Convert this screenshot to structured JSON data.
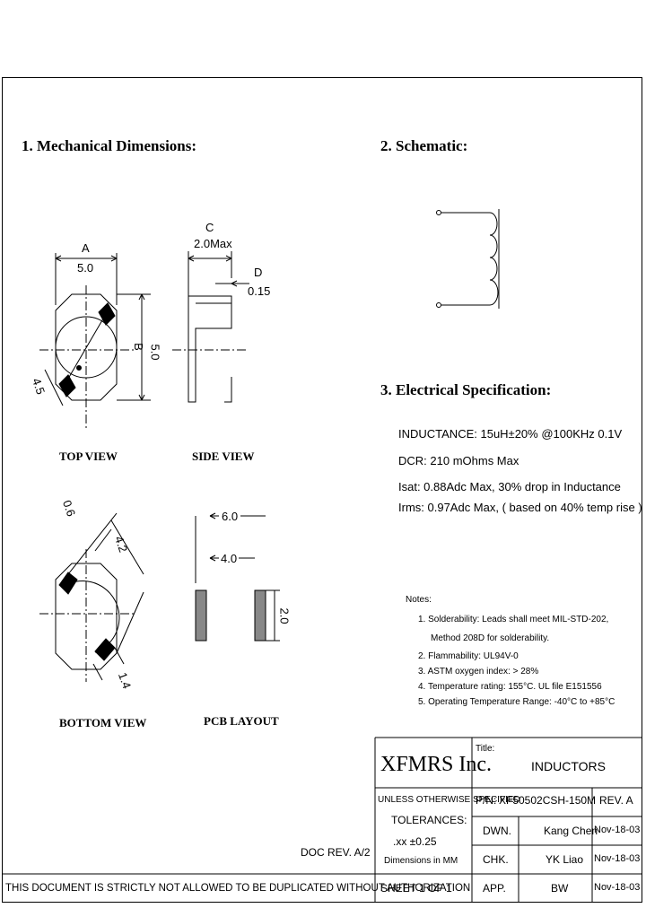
{
  "sections": {
    "mechanical": "1. Mechanical Dimensions:",
    "schematic": "2. Schematic:",
    "electrical": "3. Electrical Specification:"
  },
  "dims": {
    "a_letter": "A",
    "a_value": "5.0",
    "b_letter": "B",
    "b_value": "5.0",
    "c_letter": "C",
    "c_value": "2.0Max",
    "d_letter": "D",
    "d_value": "0.15",
    "diag_top": "4.5",
    "bottom_c": "0.6",
    "bottom_e": "4.2",
    "bottom_f": "1.4",
    "pcb_w1": "6.0",
    "pcb_w2": "4.0",
    "pcb_h": "2.0"
  },
  "views": {
    "top": "TOP VIEW",
    "side": "SIDE VIEW",
    "bottom": "BOTTOM VIEW",
    "pcb": "PCB LAYOUT"
  },
  "electrical": {
    "inductance": "INDUCTANCE: 15uH±20% @100KHz 0.1V",
    "dcr": "DCR: 210 mOhms Max",
    "isat": "Isat: 0.88Adc Max, 30% drop in Inductance",
    "irms": "Irms: 0.97Adc Max, ( based on 40% temp rise )"
  },
  "notes": {
    "heading": "Notes:",
    "items": [
      "1. Solderability: Leads shall meet MIL-STD-202,",
      "Method 208D for solderability.",
      "2. Flammability: UL94V-0",
      "3. ASTM oxygen index: > 28%",
      "4. Temperature rating: 155°C. UL file E151556",
      "5. Operating Temperature Range: -40°C to +85°C"
    ]
  },
  "doc_rev": "DOC REV. A/2",
  "title_block": {
    "company": "XFMRS Inc.",
    "title_label": "Title:",
    "title_value": "INDUCTORS",
    "unless": "UNLESS OTHERWISE SPECIFIED",
    "tolerances": "TOLERANCES:",
    "tol_value": ".xx ±0.25",
    "dim_units": "Dimensions in MM",
    "pn_label": "P/N:",
    "pn_value": "XF50502CSH-150M",
    "rev": "REV. A",
    "sheet": "SHEET 1 OF 1",
    "rows": [
      {
        "role": "DWN.",
        "name": "Kang Chen",
        "date": "Nov-18-03"
      },
      {
        "role": "CHK.",
        "name": "YK Liao",
        "date": "Nov-18-03"
      },
      {
        "role": "APP.",
        "name": "BW",
        "date": "Nov-18-03"
      }
    ]
  },
  "footer": "THIS DOCUMENT IS STRICTLY NOT ALLOWED TO BE DUPLICATED WITHOUT AUTHORIZATION"
}
